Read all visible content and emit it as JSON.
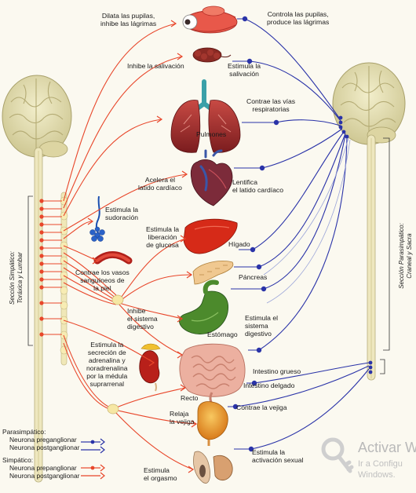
{
  "labels": {
    "dilata": "Dilata las pupilas,\ninhibe las lágrimas",
    "controla": "Controla las pupilas,\nproduce las lágrimas",
    "inhibe_salivacion": "Inhibe la salivación",
    "estimula_salivacion": "Estimula la\nsalivación",
    "contrae_vias": "Contrae las vías\nrespiratorias",
    "pulmones": "Pulmones",
    "acelera": "Acelera el\nlatido cardíaco",
    "lentifica": "Lentifica\nel latido cardíaco",
    "sudoracion": "Estimula la\nsudoración",
    "glucosa": "Estimula la\nliberación\nde glucosa",
    "higado": "Hígado",
    "vasos": "Contrae los vasos\nsanguíneos de\nla piel",
    "pancreas": "Páncreas",
    "inhibe_digestivo": "Inhibe\nel sistema\ndigestivo",
    "estomago": "Estómago",
    "estimula_digestivo": "Estimula el\nsistema\ndigestivo",
    "adrenalina": "Estimula la\nsecreción de\nadrenalina y\nnoradrenalina\npor la médula\nsuprarrenal",
    "intestino_grueso": "Intestino grueso",
    "intestino_delgado": "Intestino delgado",
    "recto": "Recto",
    "contrae_vejiga": "Contrae la vejiga",
    "relaja_vejiga": "Relaja\nla vejiga",
    "estimula_orgasmo": "Estimula\nel orgasmo",
    "estimula_sexual": "Estimula la\nactivación sexual"
  },
  "sections": {
    "simpatico": "Sección Simpático:\nToráxica y Lumbar",
    "parasimpatico": "Sección Parasimpático:\nCraneal y Sacra"
  },
  "legend": {
    "para_title": "Parasimpático:",
    "para_pre": "Neurona preganglionar",
    "para_post": "Neurona postganglionar",
    "simp_title": "Simpático:",
    "simp_pre": "Neurona prepanglionar",
    "simp_post": "Neurona postganglionar"
  },
  "watermark": {
    "line1": "Activar W",
    "line2": "Ir a Configu",
    "line3": "Windows."
  },
  "colors": {
    "sympathetic": "#e8462a",
    "parasympathetic": "#2a33a8",
    "brain": "#e6e1b6",
    "spine": "#ede6bb",
    "heart": "#7c2b3a",
    "liver": "#d62a18",
    "stomach": "#4c8a2c",
    "bladder": "#e89a2a",
    "sweat": "#1b4fb0"
  }
}
